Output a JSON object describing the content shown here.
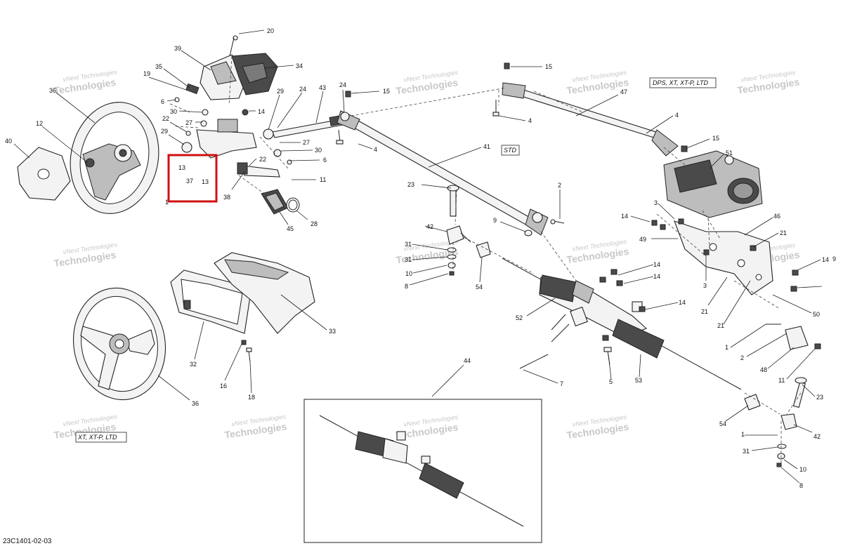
{
  "diagram": {
    "drawing_code": "23C1401-02-03",
    "variant_labels": {
      "dps": "DPS, XT, XT-P, LTD",
      "std": "STD",
      "xt": "XT, XT-P, LTD"
    },
    "watermark": {
      "line1": "vNext Technologies",
      "line2": "Technologies"
    },
    "highlight_color": "#d01010",
    "callouts": {
      "c20": "20",
      "c39": "39",
      "c34": "34",
      "c35": "35",
      "c19": "19",
      "c36a": "36",
      "c6a": "6",
      "c30a": "30",
      "c27a": "27",
      "c29a": "29",
      "c14a": "14",
      "c24a": "24",
      "c43": "43",
      "c24b": "24",
      "c15a": "15",
      "c12": "12",
      "c40": "40",
      "c22a": "22",
      "c29b": "29",
      "c13a": "13",
      "c37": "37",
      "c13b": "13",
      "c1a": "1",
      "c38": "38",
      "c22b": "22",
      "c27b": "27",
      "c30b": "30",
      "c6b": "6",
      "c11a": "11",
      "c4a": "4",
      "c45": "45",
      "c28": "28",
      "c15b": "15",
      "c47": "47",
      "c4b": "4",
      "c4c": "4",
      "c15c": "15",
      "c51": "51",
      "c41": "41",
      "c23a": "23",
      "c2a": "2",
      "c42a": "42",
      "c9a": "9",
      "c31a": "31",
      "c31b": "31",
      "c10a": "10",
      "c8a": "8",
      "c54a": "54",
      "c14b": "14",
      "c3a": "3",
      "c46": "46",
      "c49": "49",
      "c21a": "21",
      "c14c": "14",
      "c3b": "3",
      "c21b": "21",
      "c9b": "9",
      "c14d": "14",
      "c14e": "14",
      "c14f": "14",
      "c21c": "21",
      "c50": "50",
      "c52": "52",
      "c1b": "1",
      "c2b": "2",
      "c48": "48",
      "c11b": "11",
      "c5": "5",
      "c53": "53",
      "c7": "7",
      "c23b": "23",
      "c33": "33",
      "c32": "32",
      "c16": "16",
      "c18": "18",
      "c36b": "36",
      "c44": "44",
      "c54b": "54",
      "c42b": "42",
      "c31c": "31",
      "c10b": "10",
      "c8b": "8",
      "c1c": "1"
    }
  }
}
